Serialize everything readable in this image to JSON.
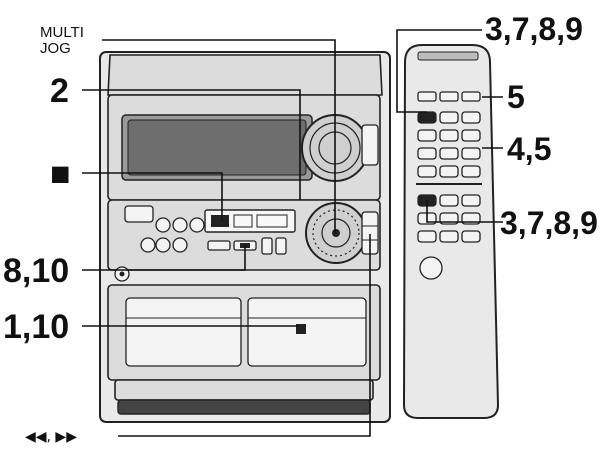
{
  "labels": {
    "multi_jog": "MULTI\nJOG",
    "two": "2",
    "stop_symbol": "■",
    "eight_ten": "8,10",
    "one_ten": "1,10",
    "rewind_ff": "◀◀, ▶▶",
    "three_seven_eight_nine_top": "3,7,8,9",
    "five": "5",
    "four_five": "4,5",
    "three_seven_eight_nine_bottom": "3,7,8,9"
  }
}
